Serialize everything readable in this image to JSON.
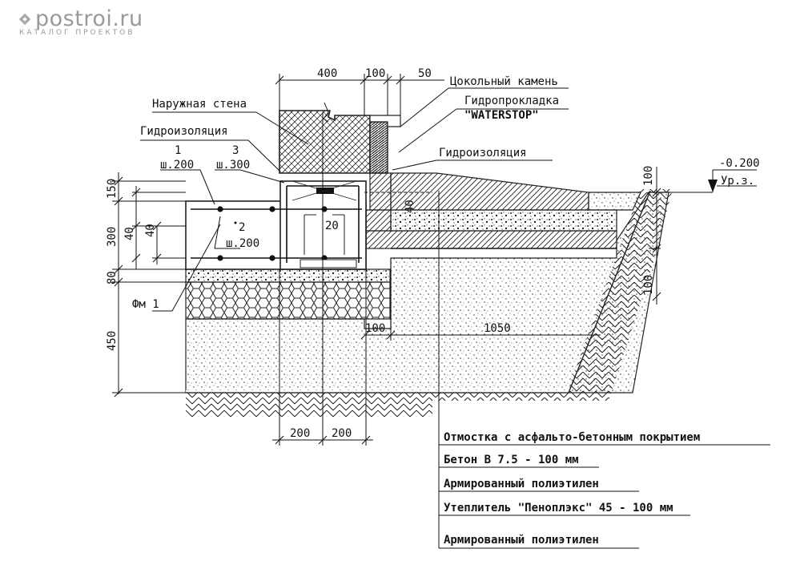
{
  "logo": {
    "name": "postroi.ru",
    "tagline": "КАТАЛОГ ПРОЕКТОВ"
  },
  "labels": {
    "outer_wall": "Наружная стена",
    "waterproofing_left": "Гидроизоляция",
    "plinth_stone": "Цокольный камень",
    "waterstop_1": "Гидропрокладка",
    "waterstop_2": "\"WATERSTOP\"",
    "waterproofing_right": "Гидроизоляция",
    "rebar1_num": "1",
    "rebar1_step": "ш.200",
    "rebar3_num": "3",
    "rebar3_step": "ш.300",
    "rebar2_num": "2",
    "rebar2_step": "ш.200",
    "fm1": "Фм 1",
    "level_value": "-0.200",
    "level_label": "Ур.з."
  },
  "dimensions": {
    "d400": "400",
    "d100_top": "100",
    "d50": "50",
    "d150": "150",
    "d300": "300",
    "d40_a": "40",
    "d40_b": "40",
    "d80": "80",
    "d450": "450",
    "d40_c": "40",
    "d20": "20",
    "d100_mid": "100",
    "d1050": "1050",
    "d100_right_top": "100",
    "d100_right_bot": "100",
    "d200_a": "200",
    "d200_b": "200"
  },
  "legend": [
    "Отмостка с асфальто-бетонным покрытием",
    "Бетон В 7.5 - 100 мм",
    "Армированный полиэтилен",
    "Утеплитель \"Пеноплэкс\" 45 - 100 мм",
    "Армированный полиэтилен"
  ],
  "icons": {
    "logo_icon": "roof-diamond-icon"
  }
}
